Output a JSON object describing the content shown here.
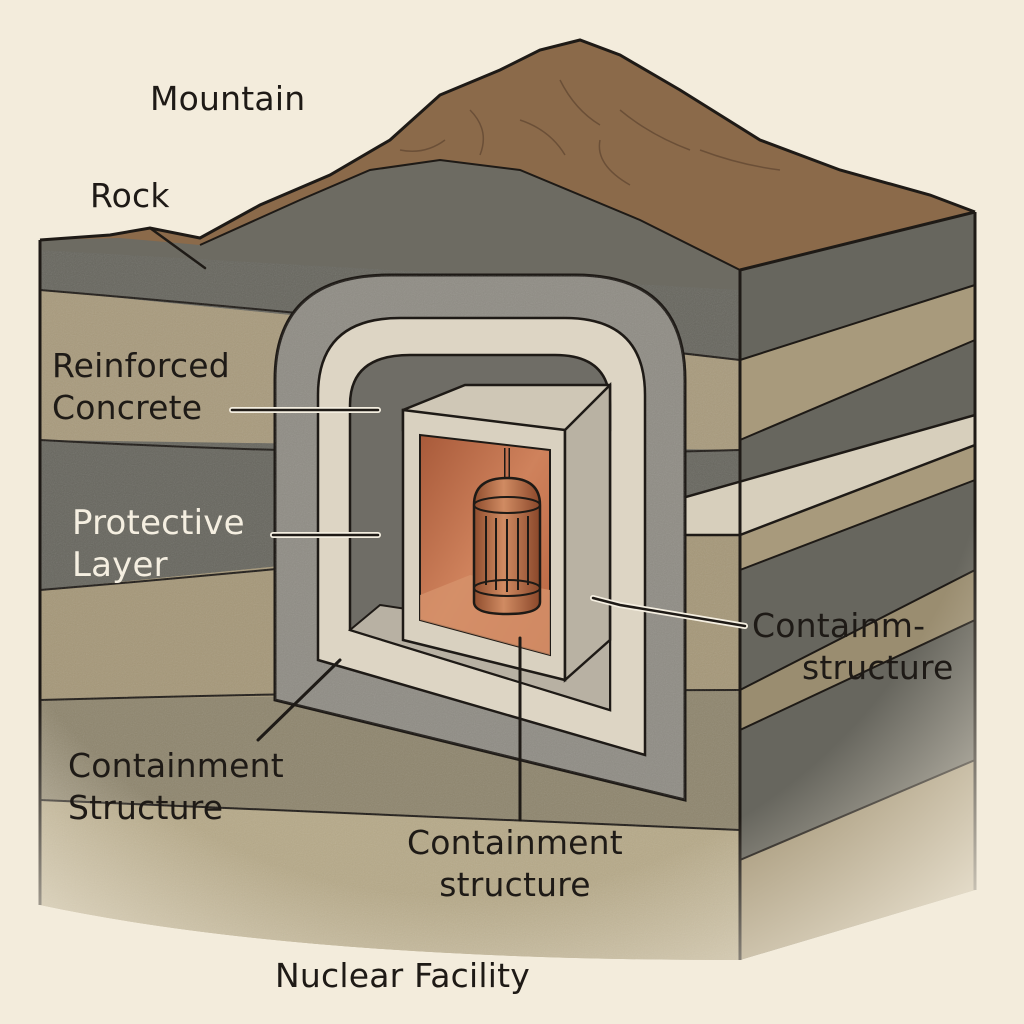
{
  "labels": {
    "mountain": "Mountain",
    "rock": "Rock",
    "reinforced_concrete": [
      "Reinforced",
      "Concrete"
    ],
    "protective_layer": [
      "Protective",
      "Layer"
    ],
    "containment_structure_left": [
      "Containment",
      "Structure"
    ],
    "containment_structure_bottom": [
      "Containment",
      "structure"
    ],
    "containment_structure_right": [
      "Containm-",
      "structure"
    ],
    "nuclear_facility": "Nuclear Facility"
  },
  "colors": {
    "background": "#f3ecdc",
    "mountain_soil": "#8b6a4a",
    "dark_rock": "#67665e",
    "tan_strata": "#a89a7c",
    "concrete_outer": "#8f8c84",
    "concrete_inner": "#ddd5c4",
    "chamber_glow": "#c2714f",
    "reactor_vessel": "#b46c48",
    "outline": "#1e1a16"
  }
}
